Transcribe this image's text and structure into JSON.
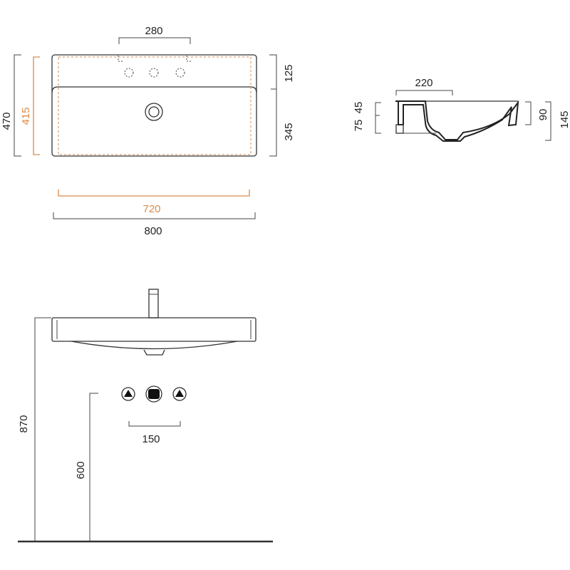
{
  "colors": {
    "line": "#333333",
    "accent": "#d98a4b"
  },
  "top_view": {
    "tap_spacing": "280",
    "deck_depth": "125",
    "basin_depth": "345",
    "total_depth": "470",
    "inner_depth": "415",
    "inner_width": "720",
    "total_width": "800"
  },
  "section_view": {
    "deck_width": "220",
    "edge_45": "45",
    "edge_75": "75",
    "bowl_depth": "90",
    "total_height": "145"
  },
  "front_view": {
    "connection_spacing": "150",
    "rim_height": "870",
    "drain_height": "600"
  }
}
